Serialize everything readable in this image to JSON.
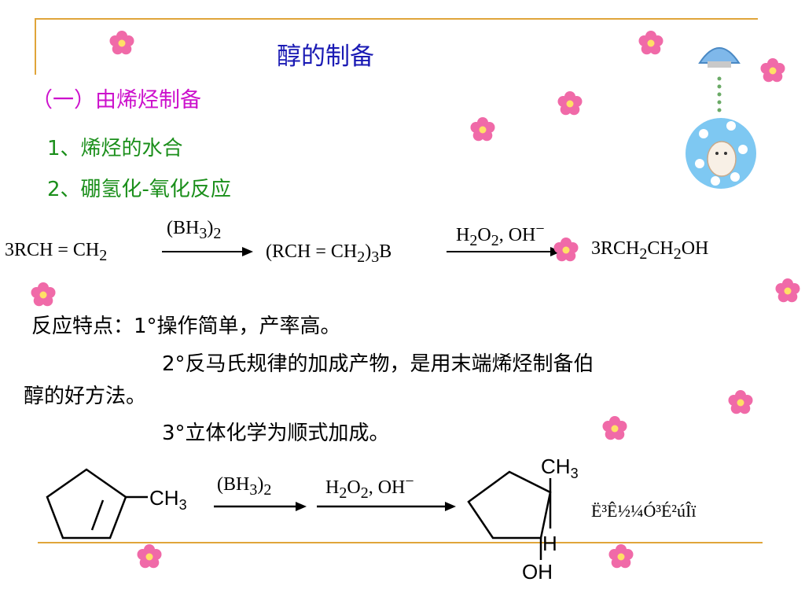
{
  "title": "醇的制备",
  "section": "（一）由烯烃制备",
  "items": [
    "1、烯烃的水合",
    "2、硼氢化-氧化反应"
  ],
  "equation1": {
    "reactant": "3RCH = CH",
    "reactant_sub": "2",
    "reagent1": "(BH",
    "reagent1_sub": "3",
    "reagent1_close": ")",
    "reagent1_sub2": "2",
    "intermediate": "(RCH = CH",
    "intermediate_sub": "2",
    "intermediate_close": ")",
    "intermediate_sub2": "3",
    "intermediate_end": "B",
    "reagent2_a": "H",
    "reagent2_sub1": "2",
    "reagent2_b": "O",
    "reagent2_sub2": "2",
    "reagent2_c": ", OH",
    "reagent2_sup": "−",
    "product_a": "3RCH",
    "product_sub1": "2",
    "product_b": "CH",
    "product_sub2": "2",
    "product_c": "OH"
  },
  "features": {
    "label": "反应特点：",
    "point1": "1°操作简单，产率高。",
    "point2a": "2°反马氏规律的加成产物，是用末端烯烃制备伯",
    "point2b": "醇的好方法。",
    "point3": "3°立体化学为顺式加成。"
  },
  "equation2": {
    "substituent": "CH",
    "substituent_sub": "3",
    "reagent1": "(BH",
    "reagent1_sub": "3",
    "reagent1_close": ")",
    "reagent1_sub2": "2",
    "reagent2_a": "H",
    "reagent2_sub1": "2",
    "reagent2_b": "O",
    "reagent2_sub2": "2",
    "reagent2_c": ", OH",
    "reagent2_sup": "−",
    "product_ch3": "CH",
    "product_ch3_sub": "3",
    "product_h": "H",
    "product_oh": "OH",
    "garbled_text": "Ë³Ê½¼Ó³É²úÎï"
  },
  "colors": {
    "title": "#1a1ab4",
    "section": "#cc11cc",
    "items": "#1b8f1b",
    "rule": "#e0a53a",
    "flower": "#f06aa8"
  }
}
